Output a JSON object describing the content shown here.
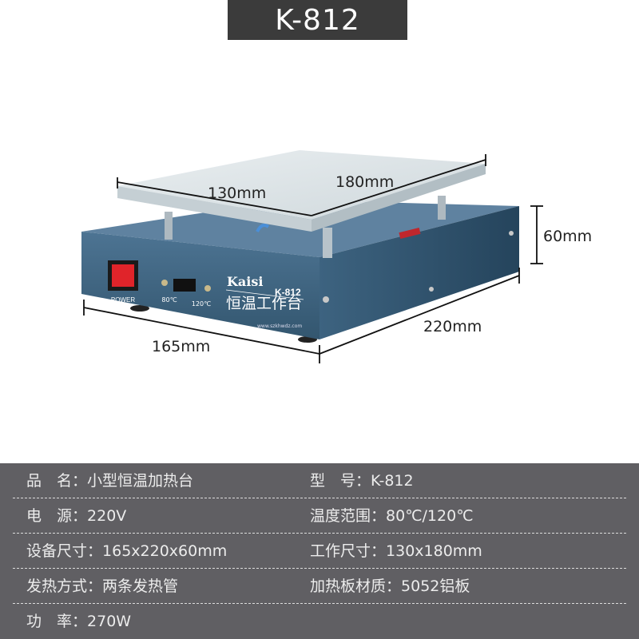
{
  "title": "K-812",
  "product": {
    "brand": "Kaisi",
    "model": "K-812",
    "panel_name": "恒温工作台",
    "website": "www.szkhwdz.com",
    "power_label": "POWER",
    "switch_low": "80℃",
    "switch_high": "120℃"
  },
  "dimensions": {
    "plate_width": "130mm",
    "plate_length": "180mm",
    "height": "60mm",
    "depth": "165mm",
    "length": "220mm"
  },
  "specs": [
    {
      "left": {
        "label": "品　名：",
        "value": "小型恒温加热台"
      },
      "right": {
        "label": "型　号：",
        "value": "K-812"
      }
    },
    {
      "left": {
        "label": "电　源：",
        "value": "220V"
      },
      "right": {
        "label": "温度范围：",
        "value": "80℃/120℃"
      }
    },
    {
      "left": {
        "label": "设备尺寸：",
        "value": "165x220x60mm"
      },
      "right": {
        "label": "工作尺寸：",
        "value": "130x180mm"
      }
    },
    {
      "left": {
        "label": "发热方式：",
        "value": "两条发热管"
      },
      "right": {
        "label": "加热板材质：",
        "value": "5052铝板"
      }
    },
    {
      "left": {
        "label": "功　率：",
        "value": "270W"
      }
    }
  ],
  "colors": {
    "title_bg": "#3b3b3b",
    "specs_bg": "#605f63",
    "body_blue": "#3f6684",
    "switch_red": "#e0242a"
  }
}
